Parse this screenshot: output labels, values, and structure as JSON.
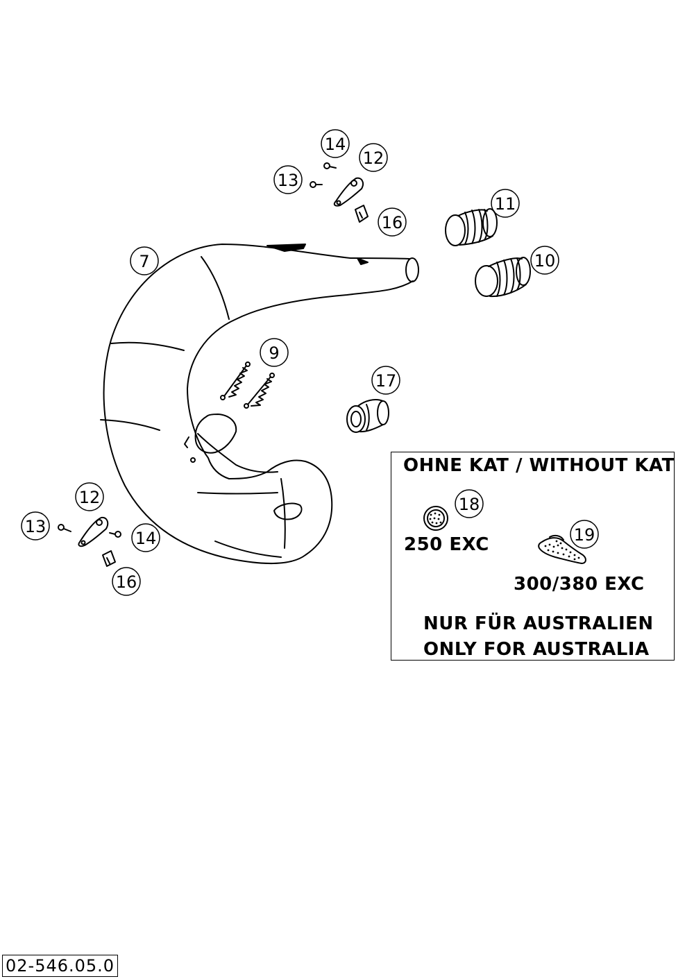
{
  "diagram": {
    "callouts": {
      "c7": "7",
      "c9": "9",
      "c10": "10",
      "c11": "11",
      "c12_top": "12",
      "c13_top": "13",
      "c14_top": "14",
      "c16_top": "16",
      "c17": "17",
      "c12_left": "12",
      "c13_left": "13",
      "c14_left": "14",
      "c16_left": "16",
      "c18": "18",
      "c19": "19"
    }
  },
  "kat_box": {
    "title": "OHNE KAT / WITHOUT KAT",
    "label_250": "250 EXC",
    "label_300": "300/380 EXC",
    "note_de": "NUR FÜR AUSTRALIEN",
    "note_en": "ONLY FOR AUSTRALIA"
  },
  "document_number": "02-546.05.0"
}
